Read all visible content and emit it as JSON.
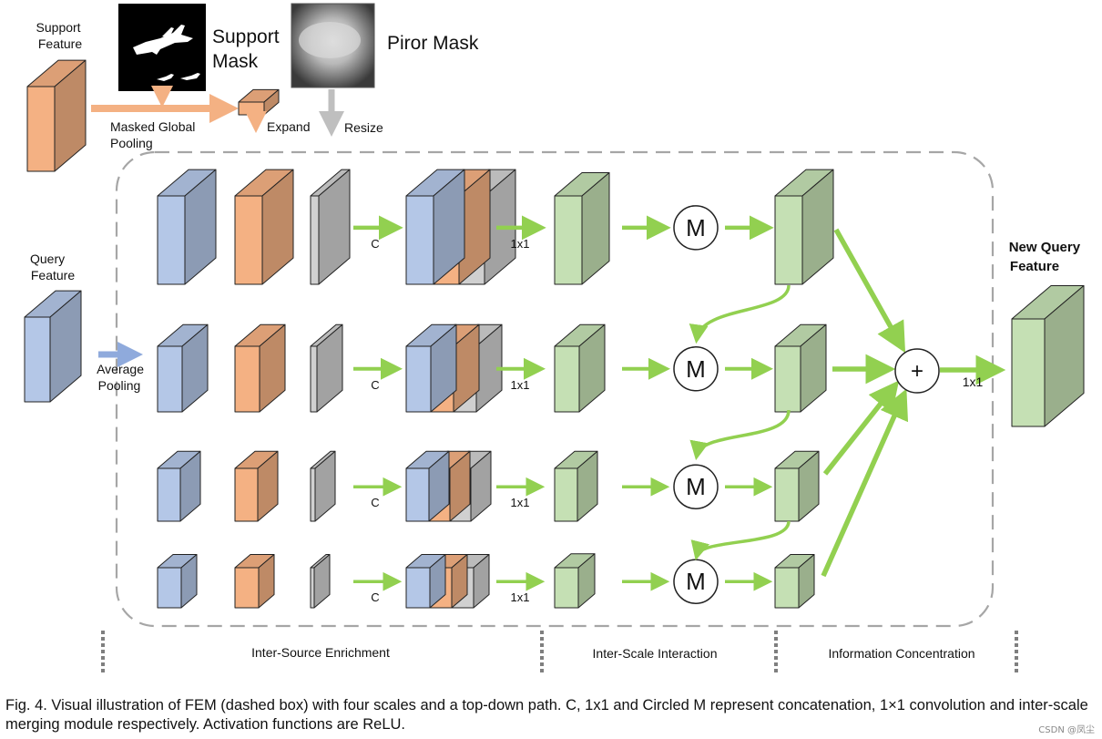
{
  "labels": {
    "support_feature": [
      "Support",
      "Feature"
    ],
    "support_mask": [
      "Support",
      "Mask"
    ],
    "prior_mask": "Piror Mask",
    "masked_global_pooling": [
      "Masked Global",
      "Pooling"
    ],
    "expand": "Expand",
    "resize": "Resize",
    "query_feature": [
      "Query",
      "Feature"
    ],
    "average_pooling": [
      "Average",
      "Pooling"
    ],
    "concat": "C",
    "conv": "1x1",
    "merge": "M",
    "sum": "+",
    "new_query_feature": [
      "New Query",
      "Feature"
    ]
  },
  "sections": [
    "Inter-Source Enrichment",
    "Inter-Scale Interaction",
    "Information Concentration"
  ],
  "caption": "Fig. 4. Visual illustration of FEM (dashed box) with four scales and a top-down path. C, 1x1 and Circled M represent concatenation, 1×1 convolution and inter-scale merging module respectively. Activation functions are ReLU.",
  "watermark": "CSDN @凤尘",
  "colors": {
    "query_blue": "#b4c7e7",
    "support_orange": "#f4b183",
    "mask_gray": "#d0d0d0",
    "feature_green": "#c5e0b4",
    "arrow_green": "#92d050",
    "arrow_orange": "#f4b183",
    "arrow_blue": "#8faadc",
    "arrow_gray": "#bfbfbf",
    "dashed_border": "#a6a6a6"
  }
}
